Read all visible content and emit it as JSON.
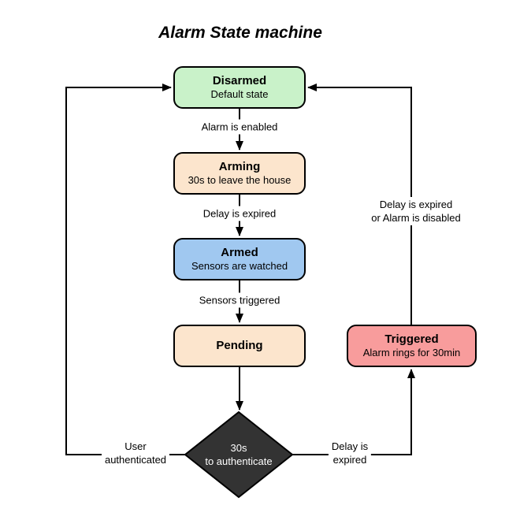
{
  "title": "Alarm State machine",
  "states": {
    "disarmed": {
      "title": "Disarmed",
      "subtitle": "Default state",
      "color": "#c9f2c9"
    },
    "arming": {
      "title": "Arming",
      "subtitle": "30s to leave the house",
      "color": "#fce5cd"
    },
    "armed": {
      "title": "Armed",
      "subtitle": "Sensors are watched",
      "color": "#a0c8f0"
    },
    "pending": {
      "title": "Pending",
      "color": "#fce5cd"
    },
    "triggered": {
      "title": "Triggered",
      "subtitle": "Alarm rings for 30min",
      "color": "#f89c9c"
    },
    "authenticate": {
      "line1": "30s",
      "line2": "to authenticate",
      "color": "#333333",
      "text_color": "#ffffff"
    }
  },
  "transitions": {
    "alarm_enabled": "Alarm is enabled",
    "delay_expired": "Delay is expired",
    "sensors_triggered": "Sensors triggered",
    "user_authenticated_l1": "User",
    "user_authenticated_l2": "authenticated",
    "delay_expired_bottom_l1": "Delay is",
    "delay_expired_bottom_l2": "expired",
    "delay_or_disabled_l1": "Delay is expired",
    "delay_or_disabled_l2": "or Alarm is disabled"
  },
  "colors": {
    "wire": "#000000",
    "background": "#ffffff",
    "border": "#000000"
  }
}
